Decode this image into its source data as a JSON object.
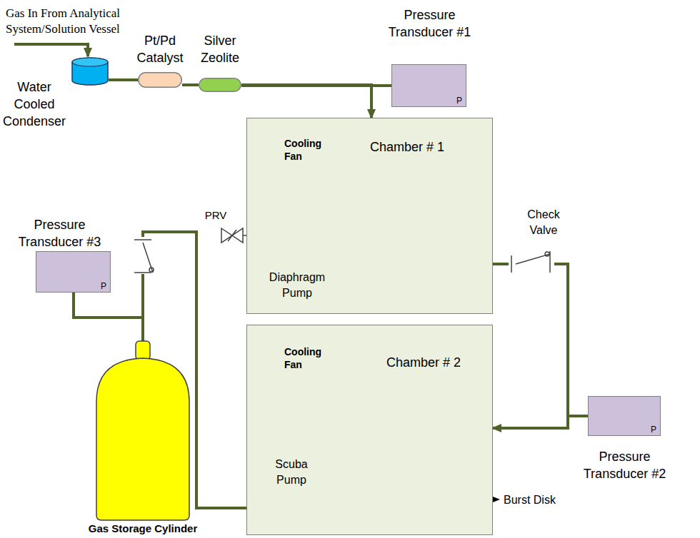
{
  "diagram": {
    "nodes": [
      {
        "text": [
          "Water Cooled Condenser"
        ]
      },
      {
        "text": [
          "Pt/Pd Catalyst"
        ]
      },
      {
        "text": [
          "Silver Zeolite"
        ]
      },
      {
        "text": [
          "Pressure Transducer #1",
          "P"
        ]
      },
      {
        "text": [
          "Chamber # 1"
        ]
      },
      {
        "text": [
          "Pressure Transducer #2",
          "P"
        ]
      },
      {
        "text": [
          "Chamber # 2"
        ]
      },
      {
        "text": [
          "Pressure Transducer #3",
          "P"
        ]
      },
      {
        "text": [
          "Gas Storage Cylinder"
        ]
      }
    ],
    "edges": [
      {
        "from": 0,
        "to": 1,
        "arrow": "none"
      },
      {
        "from": 1,
        "to": 2,
        "arrow": "none"
      },
      {
        "from": 2,
        "to": 4,
        "arrow": "to"
      },
      {
        "from": 2,
        "to": 3,
        "arrow": "none"
      },
      {
        "from": 4,
        "to": 6,
        "arrow": "to"
      },
      {
        "from": 4,
        "to": 5,
        "arrow": "none"
      },
      {
        "from": 6,
        "to": 8,
        "arrow": "none"
      },
      {
        "from": 7,
        "to": 8,
        "arrow": "none"
      }
    ],
    "labels": [
      "Gas In From Analytical System/Solution Vessel",
      "Cooling Fan",
      "PRV",
      "Diaphragm Pump",
      "Check Valve",
      "Cooling Fan",
      "Scuba Pump",
      "Burst Disk"
    ]
  }
}
